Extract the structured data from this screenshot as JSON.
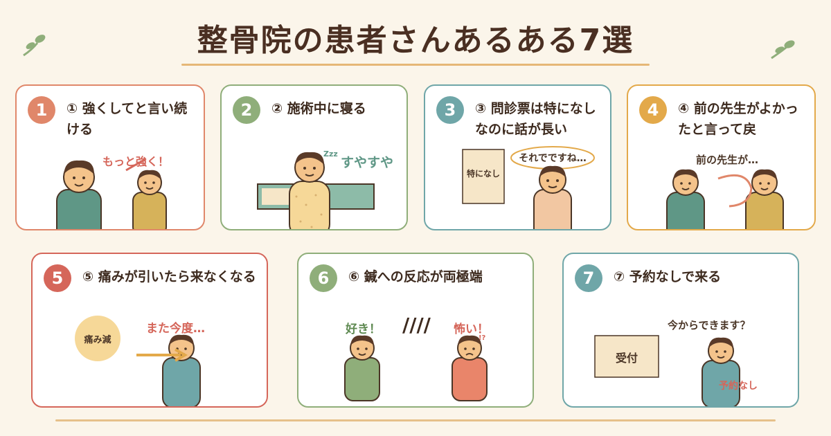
{
  "title": "整骨院の患者さんあるある7選",
  "colors": {
    "card1": "#e0876a",
    "card2": "#8fae7a",
    "card3": "#6fa6a8",
    "card4": "#e3a94a",
    "card5": "#d5665a",
    "card6": "#8fae7a",
    "card7": "#6fa6a8",
    "skin": "#f4c38b",
    "hair": "#5a3a28",
    "underline": "#e6b776"
  },
  "cards": [
    {
      "num": "1",
      "heading": "① 強くしてと言い続ける",
      "bubble": "もっと強く！"
    },
    {
      "num": "2",
      "heading": "② 施術中に寝る",
      "zzz": "Zzz",
      "bubble": "すやすや"
    },
    {
      "num": "3",
      "heading": "③ 問診票は特になしなのに話が長い",
      "paper": "特になし",
      "bubble": "それでですね…"
    },
    {
      "num": "4",
      "heading": "④ 前の先生がよかったと言って戻",
      "bubble": "前の先生が…"
    },
    {
      "num": "5",
      "heading": "⑤ 痛みが引いたら来なくなる",
      "circle": "痛み減",
      "bubble": "また今度…"
    },
    {
      "num": "6",
      "heading": "⑥ 鍼への反応が両極端",
      "left": "好き！",
      "divider": "////",
      "right": "怖い！",
      "mark": "!?"
    },
    {
      "num": "7",
      "heading": "⑦ 予約なしで来る",
      "desk": "受付",
      "bubble": "今からできます？",
      "tag": "予約なし"
    }
  ]
}
